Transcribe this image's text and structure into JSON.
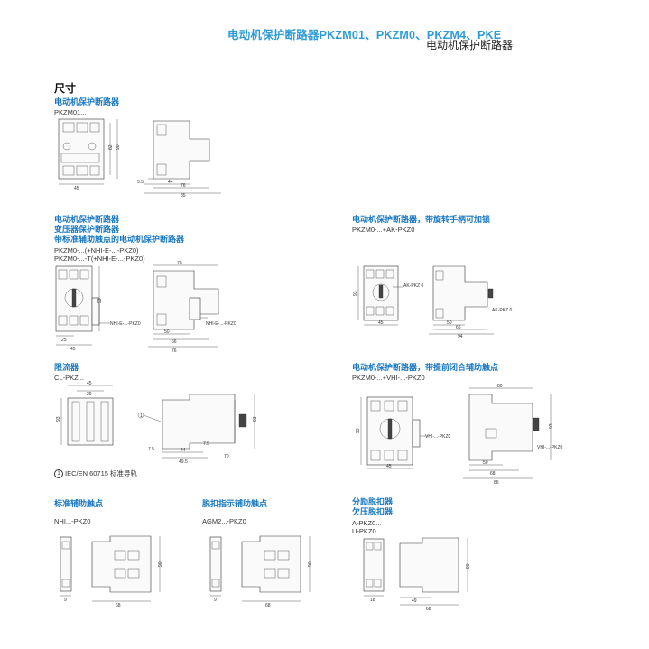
{
  "header": {
    "title": "电动机保护断路器PKZM01、PKZM0、PKZM4、PKE",
    "subtitle": "电动机保护断路器"
  },
  "section_title": "尺寸",
  "blocks": {
    "pkzm01": {
      "heading": "电动机保护断路器",
      "model": "PKZM01...",
      "dims": [
        "45",
        "44",
        "76",
        "85",
        "5.5",
        "82",
        "90"
      ]
    },
    "pkzm0": {
      "heading_lines": [
        "电动机保护断路器",
        "变压器保护断路器",
        "带标准辅助触点的电动机保护断路器"
      ],
      "model_lines": [
        "PKZM0-...(+NHI-E-...-PKZ0)",
        "PKZM0-...-T(+NHI-E-...-PKZ0)"
      ],
      "callouts": [
        "NHI-E-...-PKZ0",
        "NHI-E-...-PKZ0"
      ],
      "dims": [
        "70",
        "50",
        "66",
        "76",
        "25",
        "45",
        "93"
      ]
    },
    "lock": {
      "heading": "电动机保护断路器，带旋转手柄可加锁",
      "model": "PKZM0-...+AK-PKZ0",
      "callouts": [
        "AK-PKZ 0",
        "AK-PKZ 0"
      ],
      "dims": [
        "45",
        "50",
        "66",
        "94",
        "93"
      ]
    },
    "limiter": {
      "heading": "限流器",
      "model": "CL-PKZ...",
      "dims": [
        "45",
        "29",
        "7.5",
        "44",
        "49.5",
        "70",
        "7.5",
        "93"
      ]
    },
    "vhi": {
      "heading": "电动机保护断路器，带提前闭合辅助触点",
      "model": "PKZM0-...+VHI-...-PKZ0",
      "callouts": [
        "VHI-...-PKZ0",
        "VHI-...-PKZ0"
      ],
      "dims": [
        "80",
        "45",
        "50",
        "68",
        "86",
        "93"
      ]
    },
    "rail_note": {
      "symbol": "1",
      "text": "IEC/EN 60715 标准导轨"
    },
    "nhi": {
      "heading": "标准辅助触点",
      "model": "NHI...-PKZ0",
      "dims": [
        "9",
        "68",
        "90"
      ]
    },
    "agm": {
      "heading": "脱扣指示辅助触点",
      "model": "AGM2...-PKZ0",
      "dims": [
        "9",
        "68",
        "90"
      ]
    },
    "shunt": {
      "heading_lines": [
        "分励脱扣器",
        "欠压脱扣器"
      ],
      "model_lines": [
        "A-PKZ0...",
        "U-PKZ0..."
      ],
      "dims": [
        "18",
        "49",
        "68",
        "90"
      ]
    }
  }
}
